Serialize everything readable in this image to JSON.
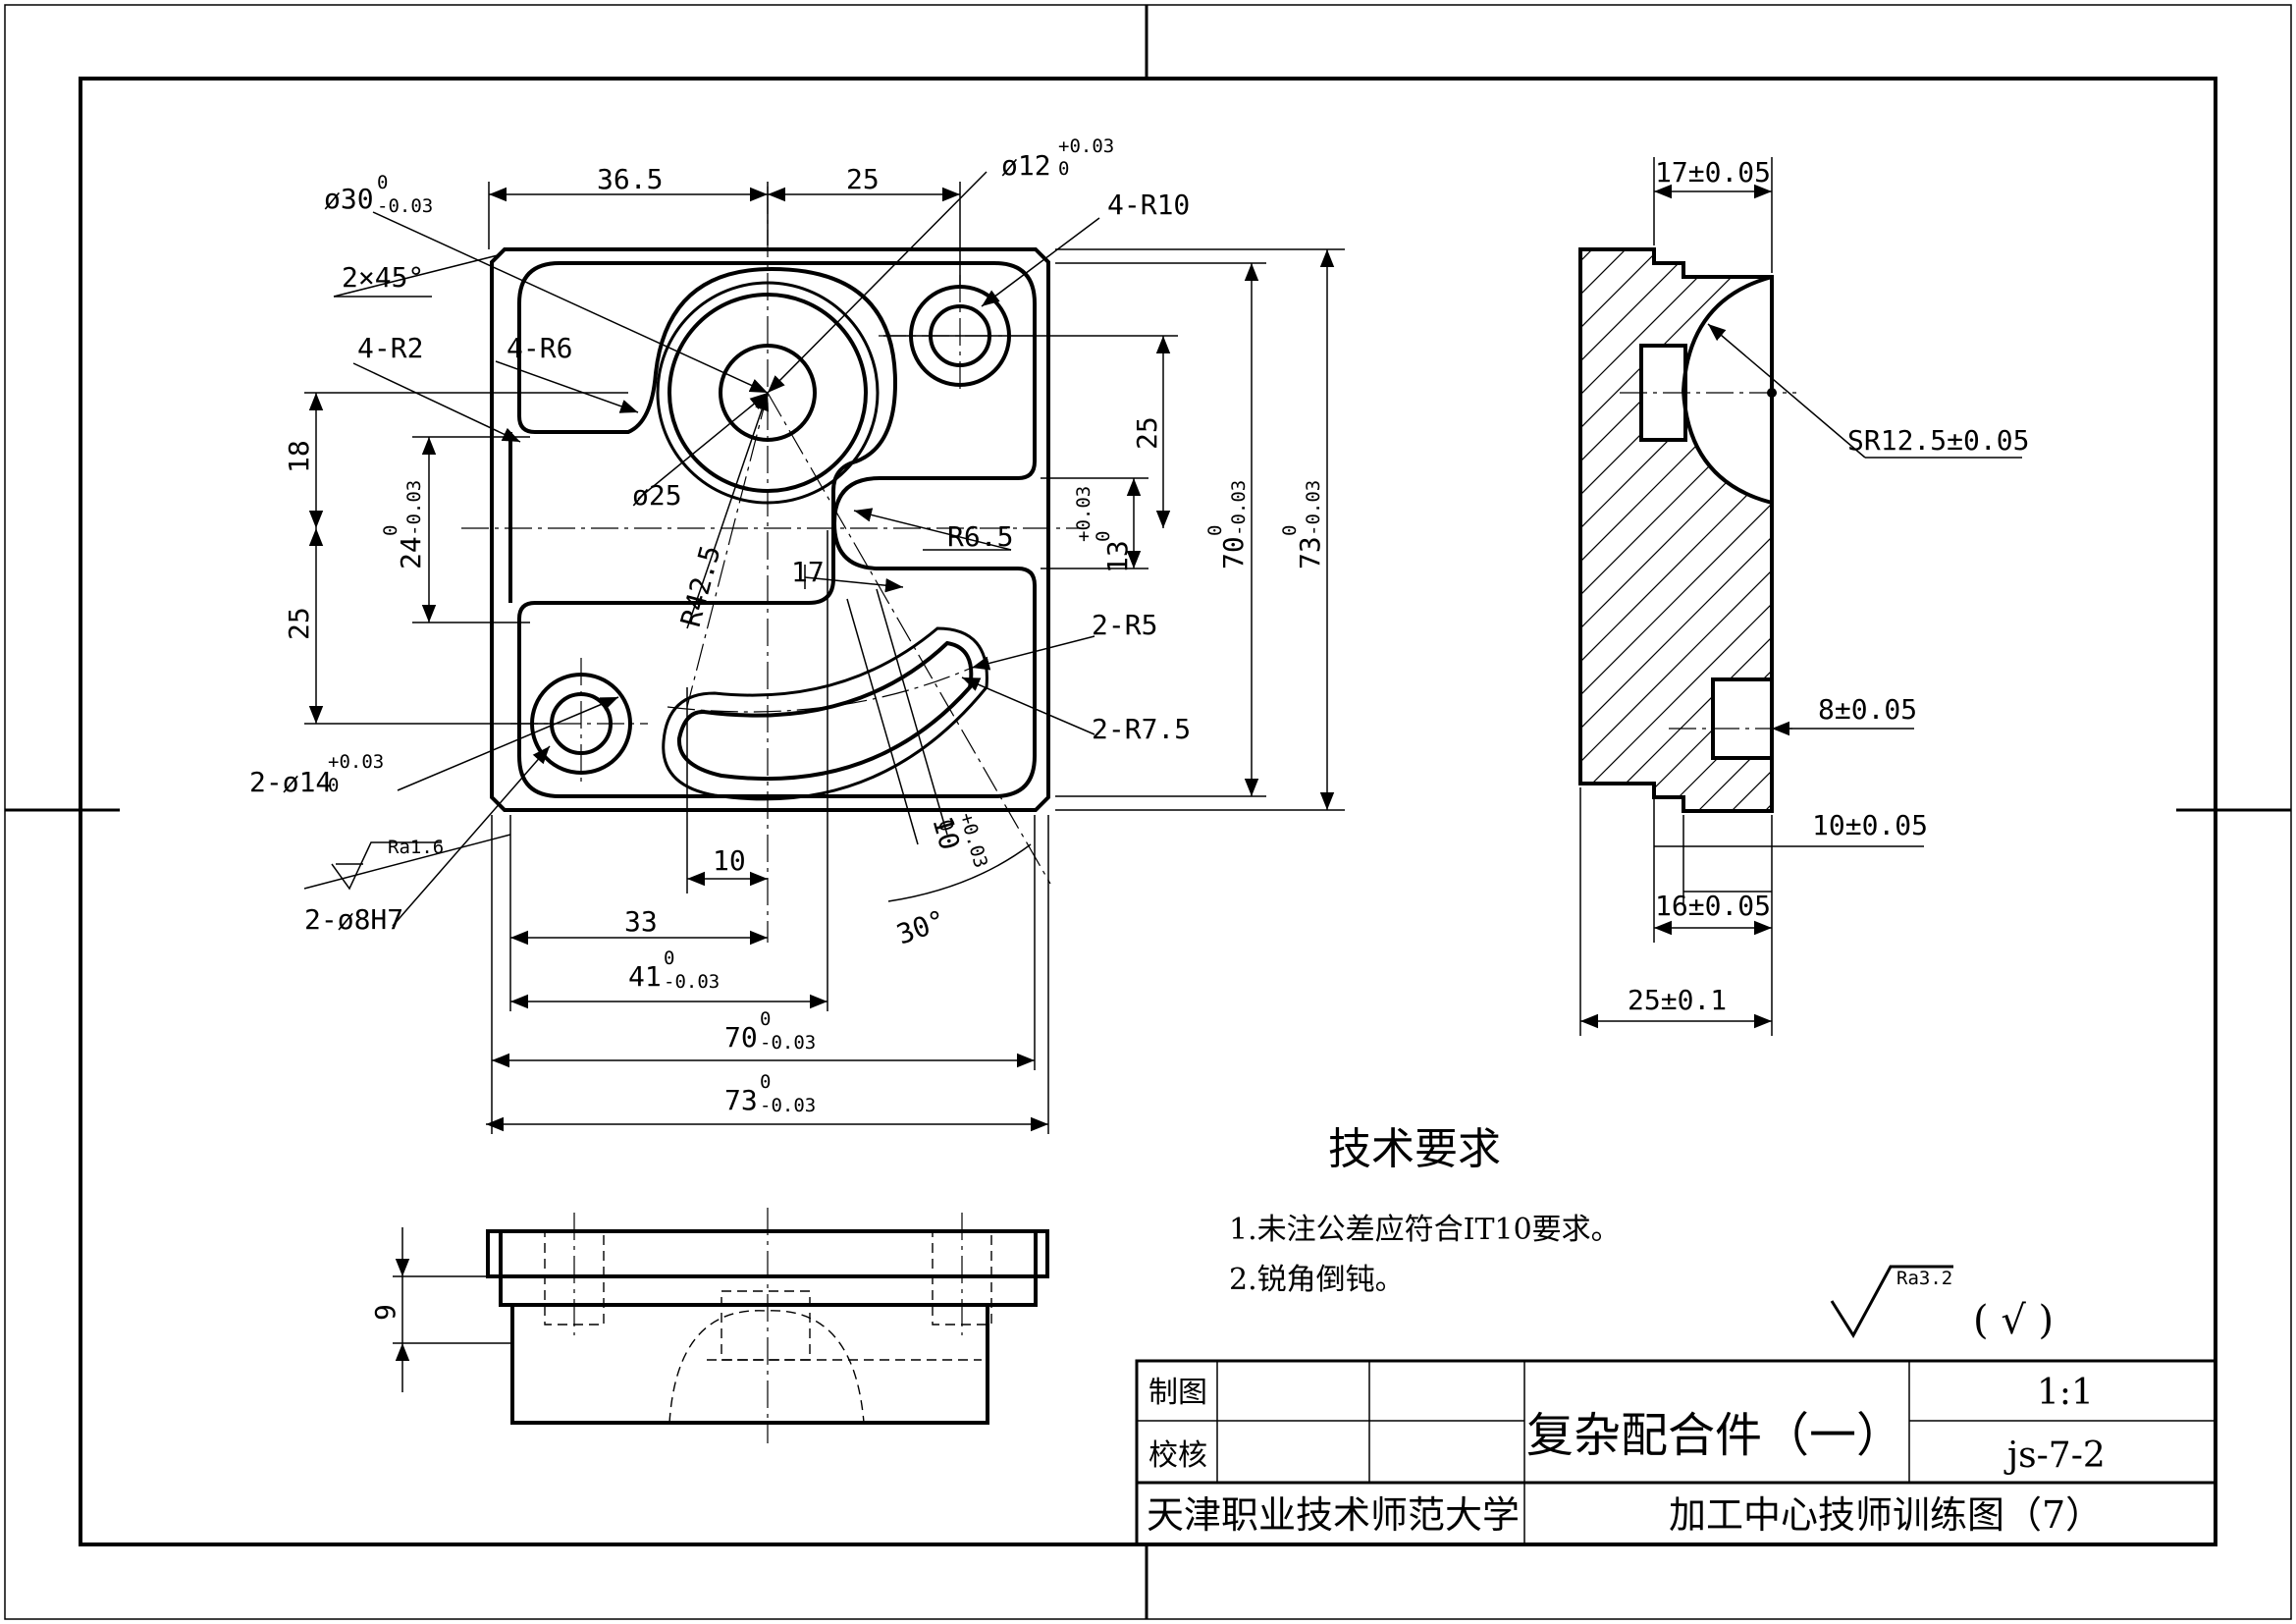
{
  "dimensions": {
    "top_36_5": "36.5",
    "top_25": "25",
    "dia30": "ø30",
    "dia30_tol_up": "0",
    "dia30_tol_lo": "-0.03",
    "dia12": "ø12",
    "dia12_tol_up": "+0.03",
    "dia12_tol_lo": "0",
    "r10": "4-R10",
    "chamfer": "2×45°",
    "r2": "4-R2",
    "r6": "4-R6",
    "dia25": "ø25",
    "r42": "R42.5",
    "r65": "R6.5",
    "d17": "17",
    "r5": "2-R5",
    "r75": "2-R7.5",
    "d14": "2-ø14",
    "d14_tol_up": "+0.03",
    "d14_tol_lo": "0",
    "ra16": "Ra1.6",
    "d8h7": "2-ø8H7",
    "bot_10": "10",
    "bot_33": "33",
    "bot_41": "41",
    "bot_41_up": "0",
    "bot_41_lo": "-0.03",
    "bot_70": "70",
    "bot_70_up": "0",
    "bot_70_lo": "-0.03",
    "bot_73": "73",
    "bot_73_up": "0",
    "bot_73_lo": "-0.03",
    "slot10": "10",
    "slot10_up": "+0.03",
    "slot10_lo": "0",
    "ang30": "30°",
    "left_18": "18",
    "left_25": "25",
    "left_24": "24",
    "left_24_up": "0",
    "left_24_lo": "-0.03",
    "right_25": "25",
    "right_13": "13",
    "right_13_up": "+0.03",
    "right_13_lo": "0",
    "right_70": "70",
    "right_70_up": "0",
    "right_70_lo": "-0.03",
    "right_73": "73",
    "right_73_up": "0",
    "right_73_lo": "-0.03",
    "sec_17": "17±0.05",
    "sec_sr": "SR12.5±0.05",
    "sec_8": "8±0.05",
    "sec_10": "10±0.05",
    "sec_16": "16±0.05",
    "sec_25": "25±0.1",
    "front_9": "9"
  },
  "tech": {
    "title": "技术要求",
    "line1": "1.未注公差应符合IT10要求。",
    "line2": "2.锐角倒钝。"
  },
  "surface": {
    "ra": "Ra3.2",
    "note": "( √ )"
  },
  "title_block": {
    "drawn": "制图",
    "checked": "校核",
    "part_name": "复杂配合件（一）",
    "scale": "1:1",
    "drawing_no": "js-7-2",
    "school": "天津职业技术师范大学",
    "drawing_title": "加工中心技师训练图（7）"
  }
}
